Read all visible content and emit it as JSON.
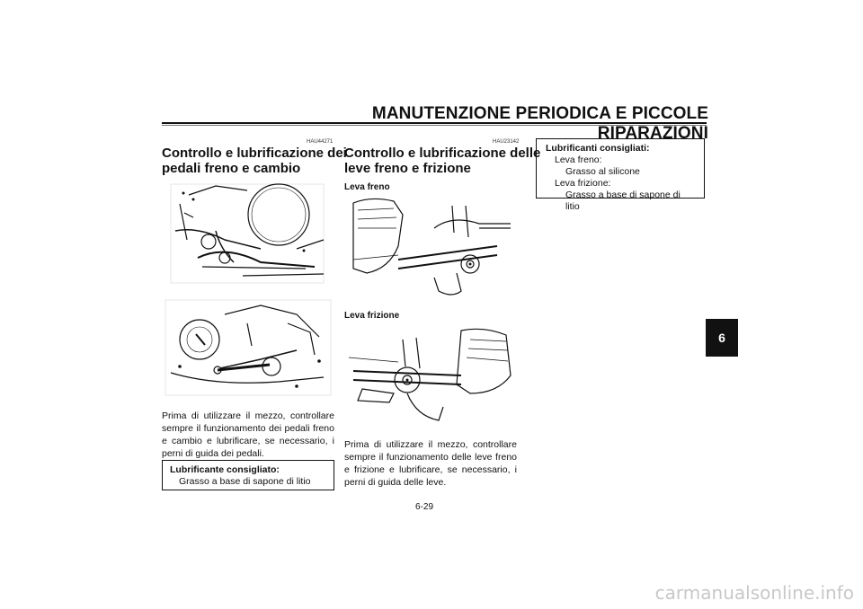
{
  "header": {
    "title": "MANUTENZIONE PERIODICA E PICCOLE RIPARAZIONI",
    "chapter": "6"
  },
  "left": {
    "code": "HAU44271",
    "title_line1": "Controllo e lubrificazione dei",
    "title_line2": "pedali freno e cambio",
    "paragraph": "Prima di utilizzare il mezzo, controllare sempre il funzionamento dei pedali freno e cambio e lubrificare, se necessario, i perni di guida dei pedali.",
    "note_title": "Lubrificante consigliato:",
    "note_value": "Grasso a base di sapone di litio"
  },
  "middle": {
    "code": "HAU23142",
    "title_line1": "Controllo e lubrificazione delle",
    "title_line2": "leve freno e frizione",
    "sub1": "Leva freno",
    "sub2": "Leva frizione",
    "paragraph": "Prima di utilizzare il mezzo, controllare sempre il funzionamento delle leve freno e frizione e lubrificare, se necessario, i perni di guida delle leve."
  },
  "right": {
    "note_title": "Lubrificanti consigliati:",
    "item1_label": "Leva freno:",
    "item1_value": "Grasso al silicone",
    "item2_label": "Leva frizione:",
    "item2_value": "Grasso a base di sapone di litio"
  },
  "page_number": "6-29",
  "watermark": "carmanualsonline.info"
}
